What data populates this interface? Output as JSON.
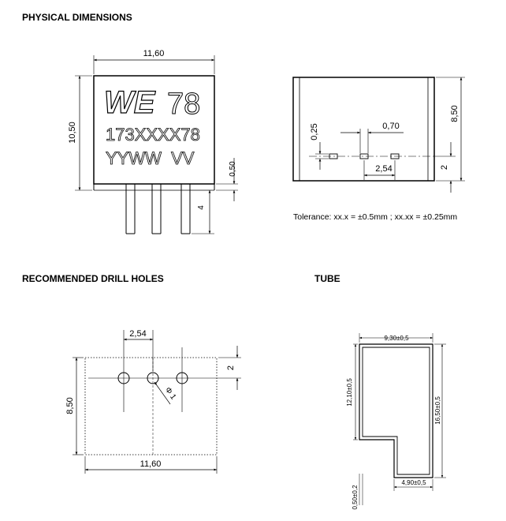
{
  "sections": {
    "physical_dimensions": "PHYSICAL DIMENSIONS",
    "drill_holes": "RECOMMENDED DRILL HOLES",
    "tube": "TUBE"
  },
  "component": {
    "logo_text": "WE",
    "logo_number": "78",
    "part_number": "173XXXX78",
    "date_code": "YYWW  VV"
  },
  "front_view": {
    "width": "11,60",
    "height": "10,50",
    "standoff": "0,50",
    "pin_length": "4"
  },
  "side_view": {
    "height": "8,50",
    "pin_width": "0,70",
    "pin_thickness": "0,25",
    "pitch": "2,54",
    "pin_offset": "2"
  },
  "tolerance": "Tolerance: xx.x = ±0.5mm ; xx.xx = ±0.25mm",
  "drill": {
    "pitch": "2,54",
    "height": "8,50",
    "width": "11,60",
    "offset": "2",
    "hole_diameter": "Φ 1"
  },
  "tube_dims": {
    "width": "9,30±0,5",
    "inner_height": "12,10±0,5",
    "outer_height": "16,50±0,5",
    "bottom_width": "4,90±0,5",
    "wall": "0,50±0,2"
  }
}
